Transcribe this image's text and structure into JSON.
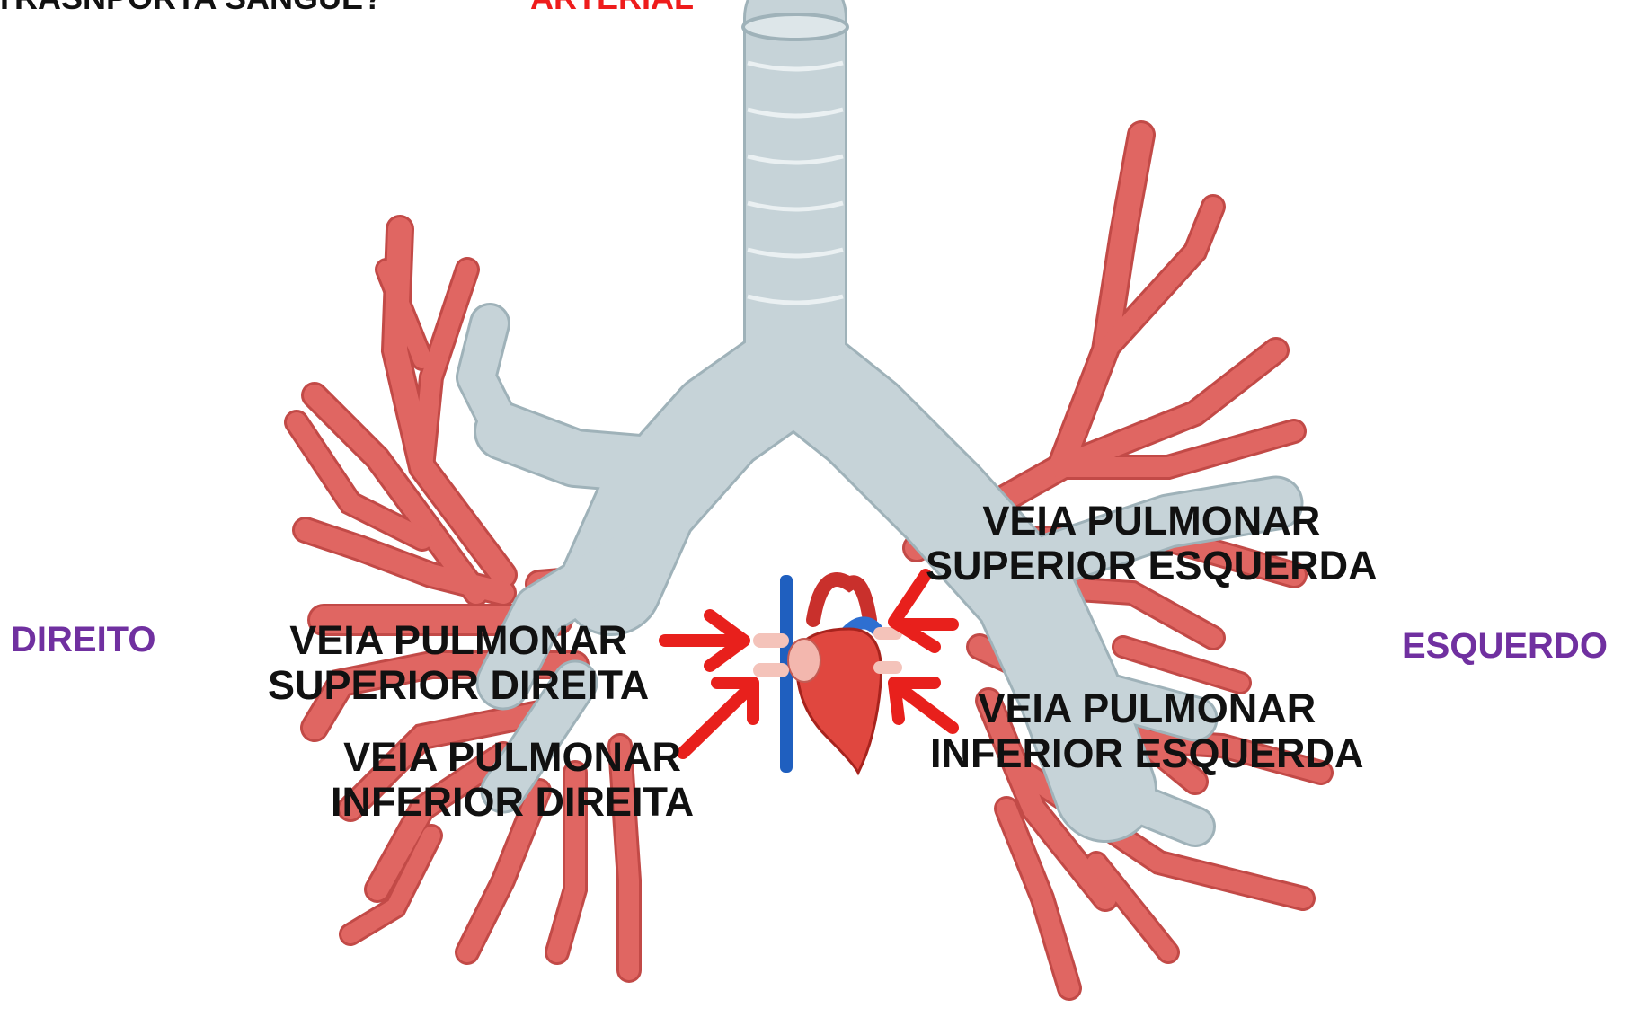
{
  "header": {
    "question_text": "TRASNPORTA SANGUE?",
    "answer_text": "ARTERIAL"
  },
  "sides": {
    "right_side_label": "DIREITO",
    "left_side_label": "ESQUERDO"
  },
  "veins": {
    "superior_right": {
      "line1": "VEIA PULMONAR",
      "line2": "SUPERIOR DIREITA"
    },
    "inferior_right": {
      "line1": "VEIA PULMONAR",
      "line2": "INFERIOR DIREITA"
    },
    "superior_left": {
      "line1": "VEIA PULMONAR",
      "line2": "SUPERIOR ESQUERDA"
    },
    "inferior_left": {
      "line1": "VEIA PULMONAR",
      "line2": "INFERIOR ESQUERDA"
    }
  },
  "colors": {
    "artery": "#e06662",
    "artery_dark": "#c24a47",
    "trachea": "#c6d3d8",
    "trachea_ring": "#eaf0f2",
    "arrow": "#e8201c",
    "side_label": "#7030a0",
    "answer": "#ee1c1c",
    "heart": "#e0473f",
    "vena": "#1f5fbf"
  }
}
